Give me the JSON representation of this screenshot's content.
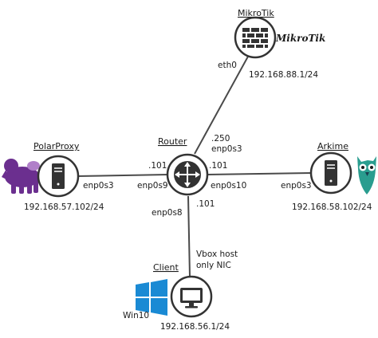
{
  "colors": {
    "link": "#4a4a4a",
    "node_stroke": "#333333",
    "node_fill": "#ffffff",
    "icon": "#333333",
    "polarproxy_brand": "#6b2f8f",
    "arkime_brand": "#2a9d8f",
    "windows_brand": "#1a8ad4"
  },
  "nodes": {
    "mikrotik": {
      "title": "MikroTik",
      "icon": "firewall-icon",
      "logo_text": "MikroTik",
      "iface": "eth0",
      "ip": "192.168.88.1/24"
    },
    "router": {
      "title": "Router",
      "icon": "router-icon",
      "links": {
        "top_octet": ".250",
        "top_iface": "enp0s3",
        "left_octet": ".101",
        "left_iface": "enp0s9",
        "right_octet": ".101",
        "right_iface": "enp0s10",
        "bottom_octet": ".101",
        "bottom_iface": "enp0s8"
      }
    },
    "polarproxy": {
      "title": "PolarProxy",
      "icon": "server-icon",
      "brand_icon": "polar-bear-icon",
      "iface": "enp0s3",
      "ip": "192.168.57.102/24"
    },
    "arkime": {
      "title": "Arkime",
      "icon": "server-icon",
      "brand_icon": "owl-icon",
      "iface": "enp0s3",
      "ip": "192.168.58.102/24"
    },
    "client": {
      "title": "Client",
      "icon": "monitor-icon",
      "brand_icon": "windows-logo-icon",
      "os_label": "Win10",
      "link_note_1": "Vbox host",
      "link_note_2": "only NIC",
      "ip": "192.168.56.1/24"
    }
  }
}
